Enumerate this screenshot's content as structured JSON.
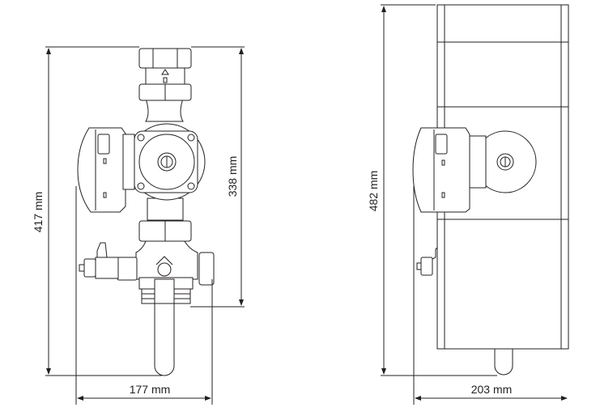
{
  "front_view": {
    "height_total": "417 mm",
    "height_pipe": "338 mm",
    "width": "177 mm"
  },
  "side_view": {
    "height_with_insulation": "482 mm",
    "depth": "203 mm"
  },
  "colors": {
    "line": "#231f20",
    "background": "#ffffff"
  }
}
